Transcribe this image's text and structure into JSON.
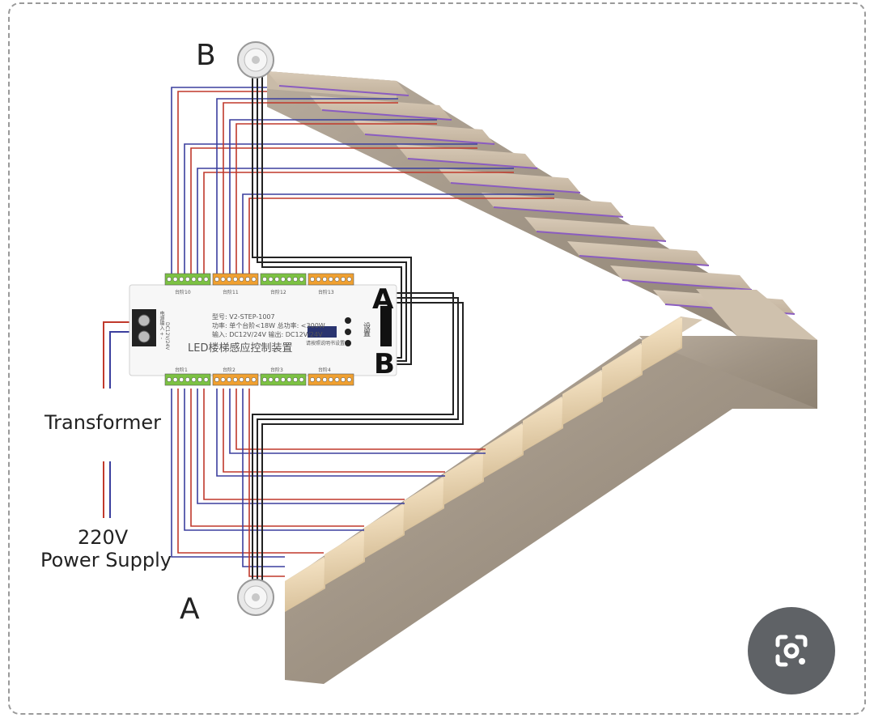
{
  "labels": {
    "sensor_top": "B",
    "sensor_bottom": "A",
    "port_a": "A",
    "port_b": "B",
    "transformer": "Transformer",
    "voltage": "220V",
    "power_supply": "Power Supply"
  },
  "controller": {
    "model": "型号: V2-STEP-1007",
    "power": "功率: 单个台阶<18W 总功率: <300W",
    "io": "输入: DC12V/24V  输出: DC12V/24V",
    "title": "LED楼梯感应控制装置",
    "set_label": "设置",
    "button_caption": "请按照说明书设置",
    "input_label": "电源输入 +  -",
    "input_voltage": "DC12V/24V",
    "terminal_groups_top": [
      "台阶10",
      "台阶11",
      "台阶12",
      "台阶13"
    ],
    "terminal_groups_bottom": [
      "台阶1",
      "台阶2",
      "台阶3",
      "台阶4"
    ]
  },
  "colors": {
    "wire_red": "#c0392b",
    "wire_blue": "#3b3f9e",
    "terminal_green": "#7cc242",
    "terminal_orange": "#f0a030",
    "stone": "#a89a88"
  },
  "icons": {
    "lens": "camera-search-icon"
  }
}
